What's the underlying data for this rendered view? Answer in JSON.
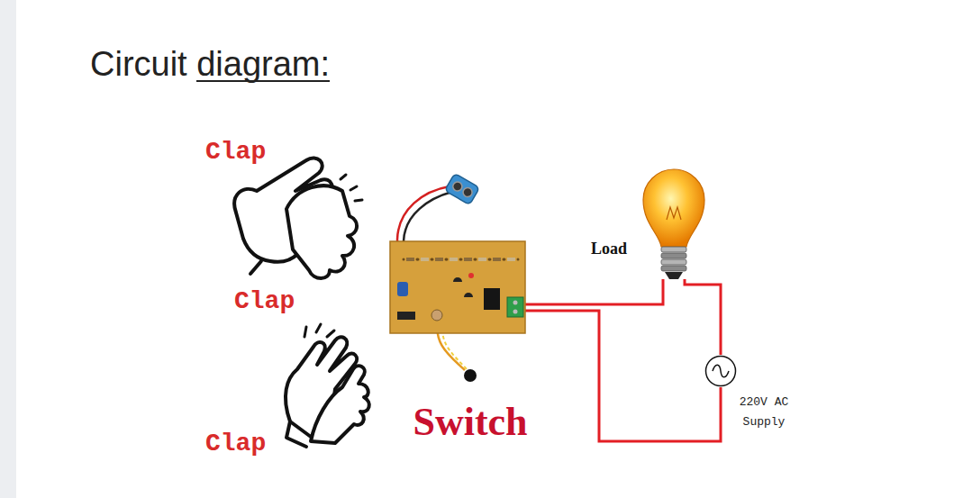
{
  "diagram": {
    "title": "Circuit diagram:",
    "nodes": [
      {
        "text": [
          "Switch"
        ]
      },
      {
        "text": [
          "Load"
        ]
      },
      {
        "text": [
          "220V AC Supply"
        ]
      }
    ],
    "edges": [
      {
        "from": 0,
        "to": 1,
        "arrow": "none"
      },
      {
        "from": 1,
        "to": 2,
        "arrow": "none"
      },
      {
        "from": 2,
        "to": 0,
        "arrow": "none"
      }
    ],
    "labels": [
      "Clap",
      "Clap",
      "Clap"
    ]
  }
}
